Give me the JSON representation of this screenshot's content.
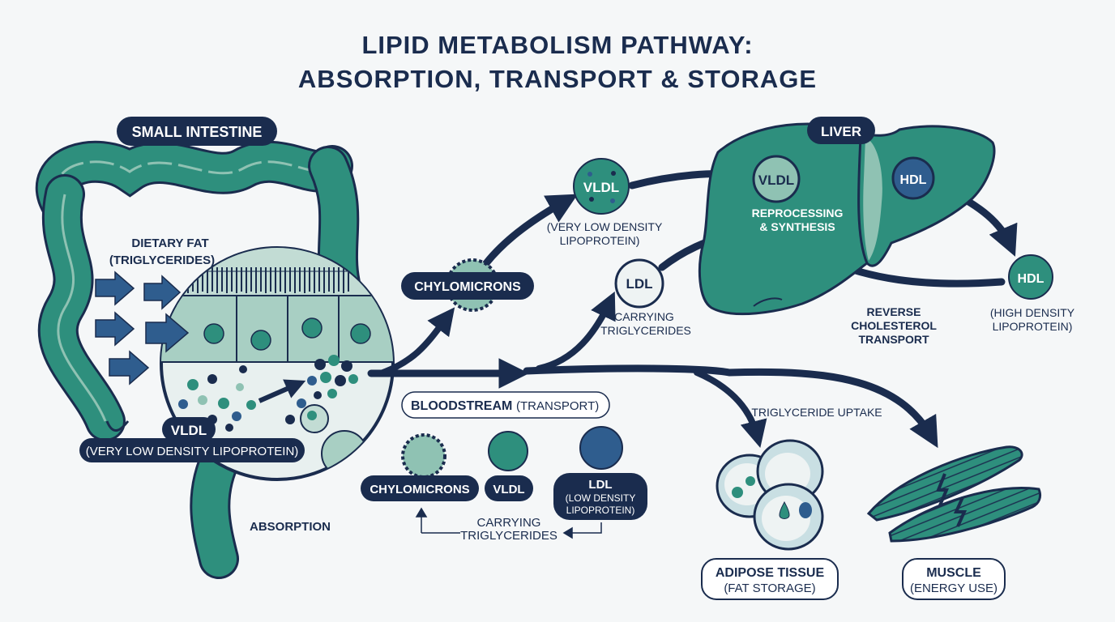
{
  "title": {
    "line1": "LIPID METABOLISM PATHWAY:",
    "line2": "ABSORPTION, TRANSPORT & STORAGE"
  },
  "intestine": {
    "label": "SMALL INTESTINE",
    "dietary_fat_line1": "DIETARY FAT",
    "dietary_fat_line2": "(TRIGLYCERIDES)",
    "vldl_label": "VLDL",
    "vldl_full": "(VERY LOW DENSITY LIPOPROTEIN)",
    "absorption_label": "ABSORPTION"
  },
  "bloodstream": {
    "label_bold": "BLOODSTREAM",
    "label_light": "(TRANSPORT)",
    "legend": {
      "chylomicrons": "CHYLOMICRONS",
      "vldl": "VLDL",
      "ldl_line1": "LDL",
      "ldl_line2": "(LOW DENSITY",
      "ldl_line3": "LIPOPROTEIN)",
      "carrying_line1": "CARRYING",
      "carrying_line2": "TRIGLYCERIDES"
    }
  },
  "particles": {
    "chylomicrons_label": "CHYLOMICRONS",
    "vldl_label": "VLDL",
    "vldl_line1": "(VERY LOW DENSITY",
    "vldl_line2": "LIPOPROTEIN)",
    "ldl_label": "LDL",
    "ldl_line1": "CARRYING",
    "ldl_line2": "TRIGLYCERIDES"
  },
  "liver": {
    "label": "LIVER",
    "vldl": "VLDL",
    "hdl": "HDL",
    "process_line1": "REPROCESSING",
    "process_line2": "& SYNTHESIS"
  },
  "hdl": {
    "label": "HDL",
    "line1": "(HIGH DENSITY",
    "line2": "LIPOPROTEIN)"
  },
  "reverse": {
    "line1": "REVERSE",
    "line2": "CHOLESTEROL",
    "line3": "TRANSPORT"
  },
  "uptake_label": "TRIGLYCERIDE UPTAKE",
  "adipose": {
    "line1": "ADIPOSE TISSUE",
    "line2": "(FAT STORAGE)"
  },
  "muscle": {
    "line1": "MUSCLE",
    "line2": "(ENERGY USE)"
  },
  "colors": {
    "navy": "#1a2c4e",
    "teal": "#2e8f7d",
    "teal_light": "#8fc2b3",
    "blue": "#2f5d8e",
    "background": "#f5f7f8"
  }
}
